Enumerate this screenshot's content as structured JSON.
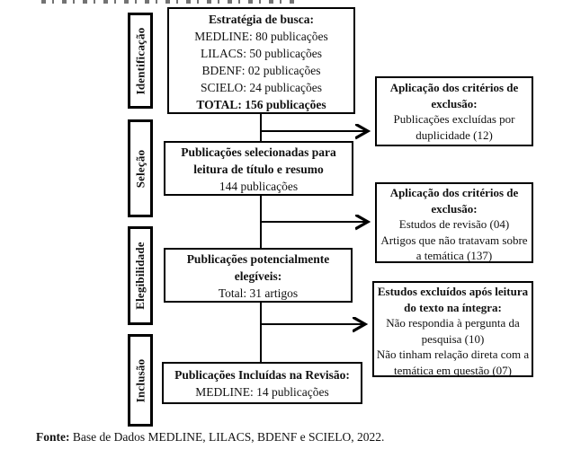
{
  "stages": [
    {
      "label": "Identificação"
    },
    {
      "label": "Seleção"
    },
    {
      "label": "Elegibilidade"
    },
    {
      "label": "Inclusão"
    }
  ],
  "flow_boxes": [
    {
      "title": "Estratégia de busca:",
      "lines": [
        "MEDLINE: 80 publicações",
        "LILACS: 50 publicações",
        "BDENF: 02 publicações",
        "SCIELO: 24 publicações"
      ],
      "total": "TOTAL: 156 publicações"
    },
    {
      "title": "Publicações selecionadas para leitura de título e resumo",
      "lines": [
        "144 publicações"
      ]
    },
    {
      "title": "Publicações potencialmente elegíveis:",
      "lines": [
        "Total: 31 artigos"
      ]
    },
    {
      "title": "Publicações Incluídas na Revisão:",
      "lines": [
        "MEDLINE: 14 publicações"
      ]
    }
  ],
  "exclusion_boxes": [
    {
      "title": "Aplicação dos critérios de exclusão:",
      "lines": [
        "Publicações excluídas por duplicidade (12)"
      ]
    },
    {
      "title": "Aplicação dos critérios de exclusão:",
      "lines": [
        "Estudos de revisão (04)",
        "Artigos que não tratavam sobre a temática (137)"
      ]
    },
    {
      "title": "Estudos excluídos após leitura do texto na íntegra:",
      "lines": [
        "Não respondia à pergunta da pesquisa (10)",
        "Não tinham relação direta com a temática em questão (07)"
      ]
    }
  ],
  "footer": {
    "label": "Fonte:",
    "text": " Base de Dados MEDLINE, LILACS, BDENF e SCIELO, 2022."
  },
  "colors": {
    "line": "#000000",
    "background": "#ffffff"
  }
}
